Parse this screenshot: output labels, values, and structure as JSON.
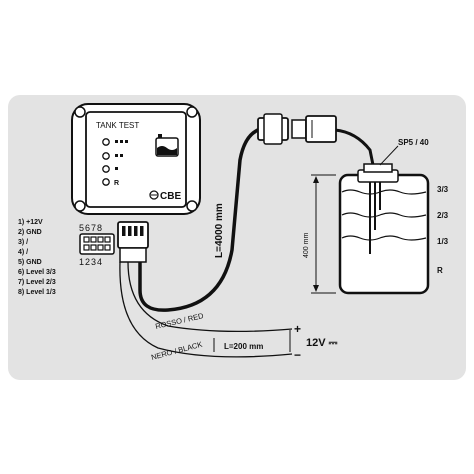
{
  "panel": {
    "title": "TANK TEST",
    "brand": "CBE",
    "level_r": "R"
  },
  "connector": {
    "pins_top": "5678",
    "pins_bottom": "1234"
  },
  "pinout": [
    "1)  +12V",
    "2)  GND",
    "3)  /",
    "4)  /",
    "5)  GND",
    "6)  Level 3/3",
    "7)  Level 2/3",
    "8)  Level 1/3"
  ],
  "cable": {
    "length_main": "L=4000 mm",
    "length_power": "L=200 mm",
    "red_wire": "ROSSO / RED",
    "black_wire": "NERO / BLACK"
  },
  "power": {
    "plus": "+",
    "minus": "−",
    "voltage": "12V ⎓"
  },
  "tank": {
    "sensor": "SP5 / 40",
    "height": "400 mm",
    "levels": [
      "3/3",
      "2/3",
      "1/3",
      "R"
    ]
  },
  "colors": {
    "frame_bg": "#e3e3e3",
    "outline": "#111111",
    "white": "#ffffff"
  }
}
